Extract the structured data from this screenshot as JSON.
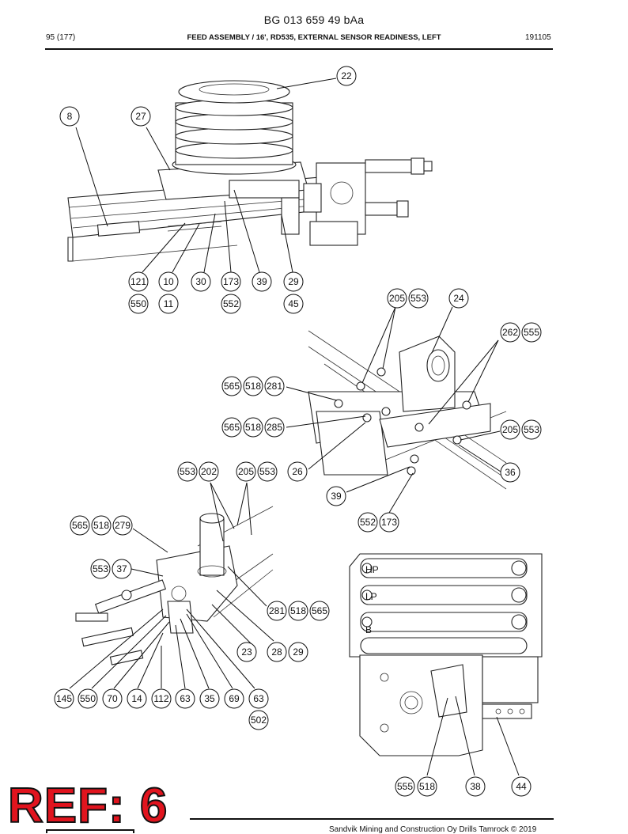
{
  "document": {
    "code": "BG 013 659 49 bAa",
    "page": "95 (177)",
    "title": "FEED ASSEMBLY / 16', RD535, EXTERNAL SENSOR READINESS, LEFT",
    "date": "191105",
    "footer": "Sandvik Mining and Construction Oy Drills Tamrock © 2019",
    "reference": "REF: 6"
  },
  "callouts": {
    "view1": {
      "c22": "22",
      "c8": "8",
      "c27": "27",
      "c121": "121",
      "c550": "550",
      "c10": "10",
      "c11": "11",
      "c30": "30",
      "c173": "173",
      "c552": "552",
      "c39": "39",
      "c29": "29",
      "c45": "45"
    },
    "view2": {
      "c205": "205",
      "c553": "553",
      "c24": "24",
      "c262": "262",
      "c555": "555",
      "c565a": "565",
      "c518a": "518",
      "c281": "281",
      "c565b": "565",
      "c518b": "518",
      "c285": "285",
      "c205b": "205",
      "c553b": "553",
      "c26": "26",
      "c36": "36",
      "c39": "39",
      "c552": "552",
      "c173": "173"
    },
    "view3": {
      "c553a": "553",
      "c202": "202",
      "c205": "205",
      "c553b": "553",
      "c565a": "565",
      "c518a": "518",
      "c279": "279",
      "c553c": "553",
      "c37": "37",
      "c281": "281",
      "c518b": "518",
      "c565b": "565",
      "c23": "23",
      "c28": "28",
      "c29": "29",
      "c145": "145",
      "c550": "550",
      "c70": "70",
      "c14": "14",
      "c112": "112",
      "c63a": "63",
      "c35": "35",
      "c69": "69",
      "c63b": "63",
      "c502": "502"
    },
    "view4": {
      "c555": "555",
      "c518": "518",
      "c38": "38",
      "c44": "44",
      "hp": "HP",
      "lp": "LP",
      "b": "B"
    }
  }
}
